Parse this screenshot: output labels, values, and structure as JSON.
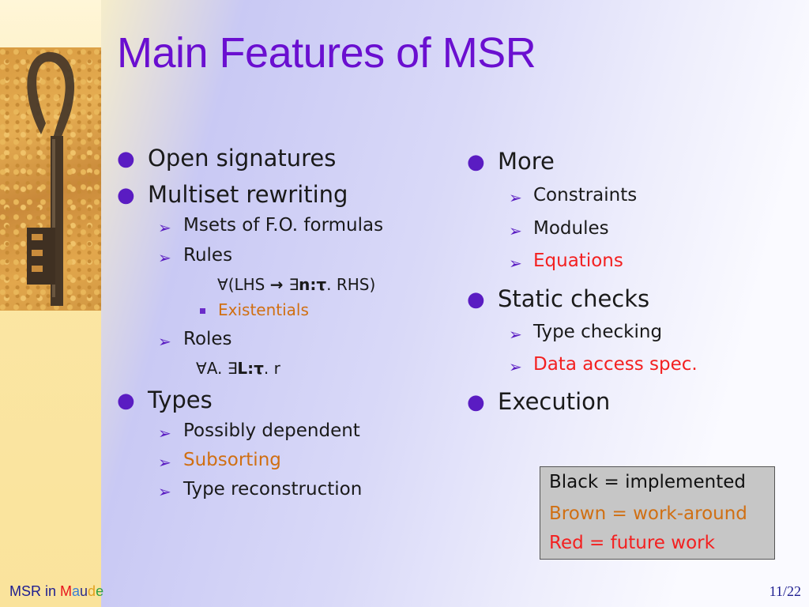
{
  "title": "Main Features of MSR",
  "left": {
    "open_signatures": "Open signatures",
    "multiset_rewriting": "Multiset rewriting",
    "msets": "Msets of F.O. formulas",
    "rules": "Rules",
    "rules_formula": {
      "forall": "∀",
      "lhs": "(LHS ",
      "arrow": "→ ",
      "exists": "∃",
      "var": "n:",
      "tau": "τ",
      "tail": ". RHS)"
    },
    "existentials": "Existentials",
    "roles": "Roles",
    "roles_formula": {
      "forall": "∀",
      "a": "A. ",
      "exists": "∃",
      "var": "L:",
      "tau": "τ",
      "tail": ". r"
    },
    "types": "Types",
    "possibly_dependent": "Possibly dependent",
    "subsorting": "Subsorting",
    "type_reconstruction": "Type reconstruction"
  },
  "right": {
    "more": "More",
    "constraints": "Constraints",
    "modules": "Modules",
    "equations": "Equations",
    "static_checks": "Static checks",
    "type_checking": "Type checking",
    "data_access": "Data access spec.",
    "execution": "Execution"
  },
  "legend": {
    "black": "Black = implemented",
    "brown": "Brown = work-around",
    "red": "Red = future work"
  },
  "footer": {
    "prefix": "MSR in ",
    "maude_m": "M",
    "maude_a": "a",
    "maude_u": "u",
    "maude_d": "d",
    "maude_e": "e",
    "page": "11/22"
  },
  "colors": {
    "title": "#6a0fd0",
    "bullet": "#5a1cc2",
    "brown": "#d06f12",
    "red": "#f32020"
  },
  "icons": [
    "key-photo",
    "bullet-dot-icon",
    "arrow-bullet-icon",
    "square-bullet-icon"
  ]
}
